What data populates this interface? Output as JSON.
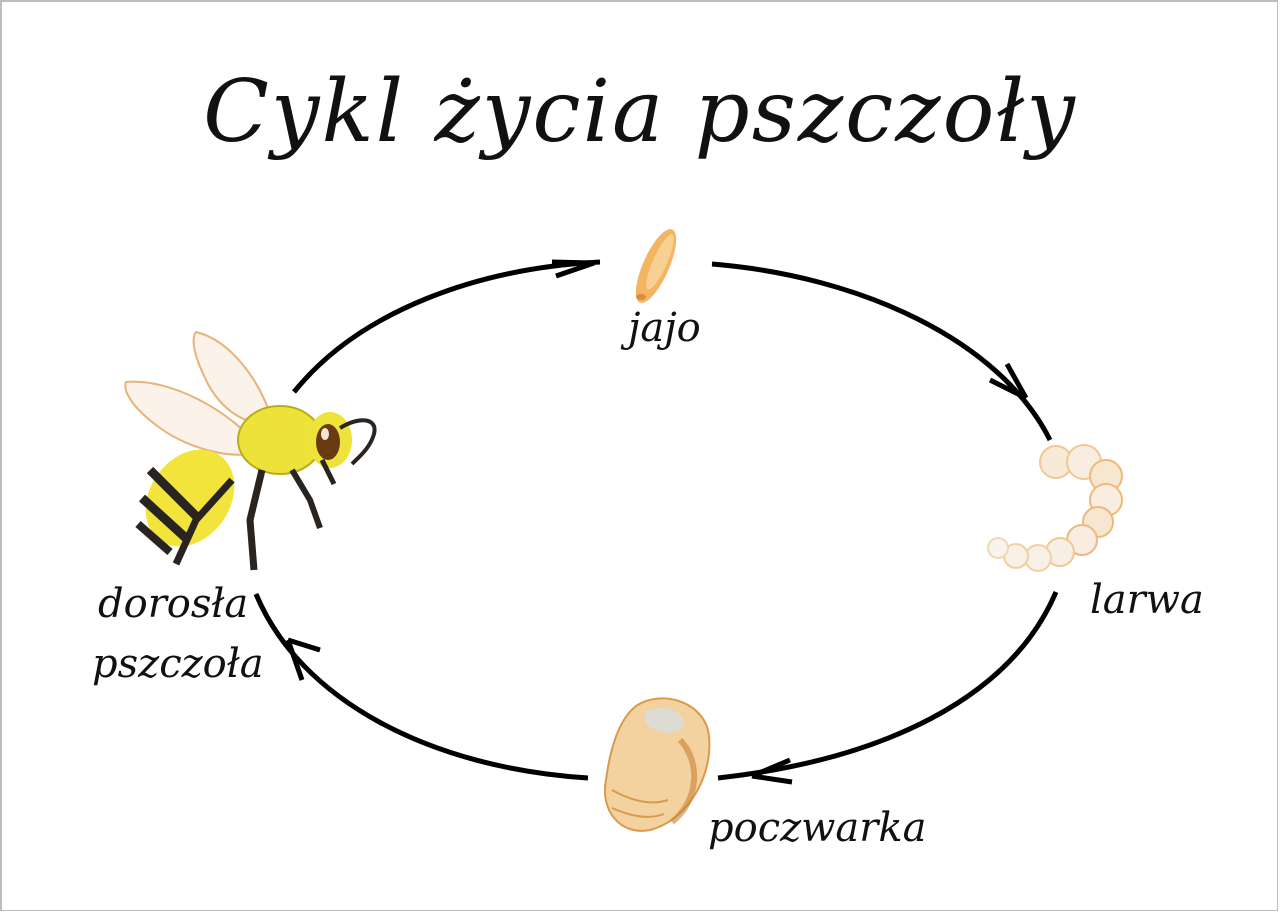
{
  "title": "Cykl życia pszczoły",
  "stages": [
    {
      "id": "egg",
      "label": "jajo"
    },
    {
      "id": "larva",
      "label": "larwa"
    },
    {
      "id": "pupa",
      "label": "poczwarka"
    },
    {
      "id": "adult",
      "label_line1": "dorosła",
      "label_line2": "pszczoła"
    }
  ],
  "colors": {
    "line": "#000000",
    "egg": "#f0a24a",
    "larva": "#f6e3c8",
    "pupa": "#e8b06a",
    "bee_yellow": "#f2e43a",
    "bee_dark": "#2a2420",
    "border": "#bdbdbd"
  }
}
